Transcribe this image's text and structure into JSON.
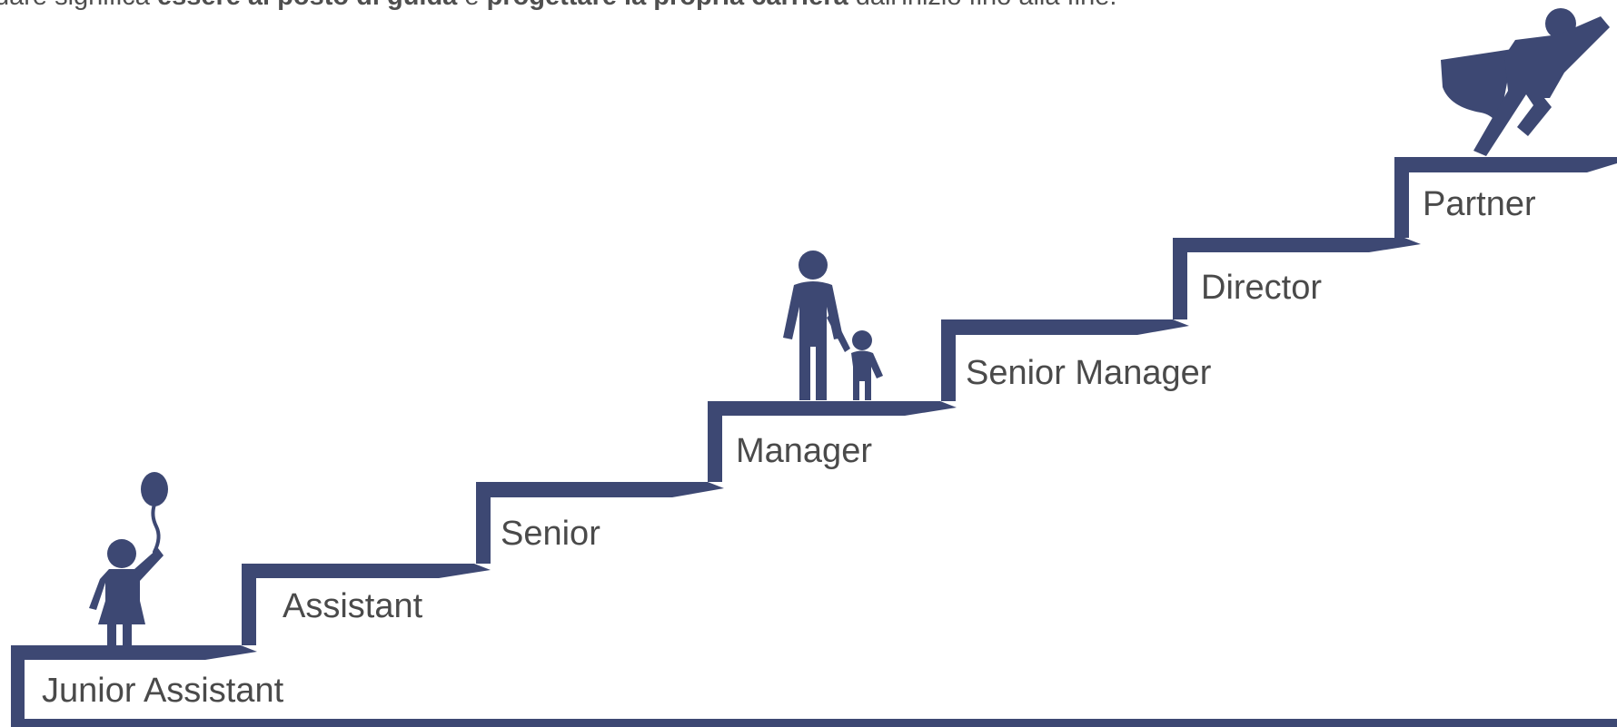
{
  "header": {
    "prefix": "dare significa ",
    "bold_1": "essere al posto di guida",
    "middle": " e ",
    "bold_2": "progettare la propria carriera",
    "suffix": " dall'inizio fino alla fine."
  },
  "steps": [
    {
      "label": "Junior Assistant"
    },
    {
      "label": "Assistant"
    },
    {
      "label": "Senior"
    },
    {
      "label": "Manager"
    },
    {
      "label": "Senior Manager"
    },
    {
      "label": "Director"
    },
    {
      "label": "Partner"
    }
  ],
  "figures": [
    {
      "icon": "girl-with-balloon-icon",
      "step": "Junior Assistant"
    },
    {
      "icon": "parent-and-child-icon",
      "step": "Manager"
    },
    {
      "icon": "superhero-icon",
      "step": "Partner"
    }
  ],
  "colors": {
    "stair": "#3d4873",
    "text": "#4a4a4a"
  }
}
